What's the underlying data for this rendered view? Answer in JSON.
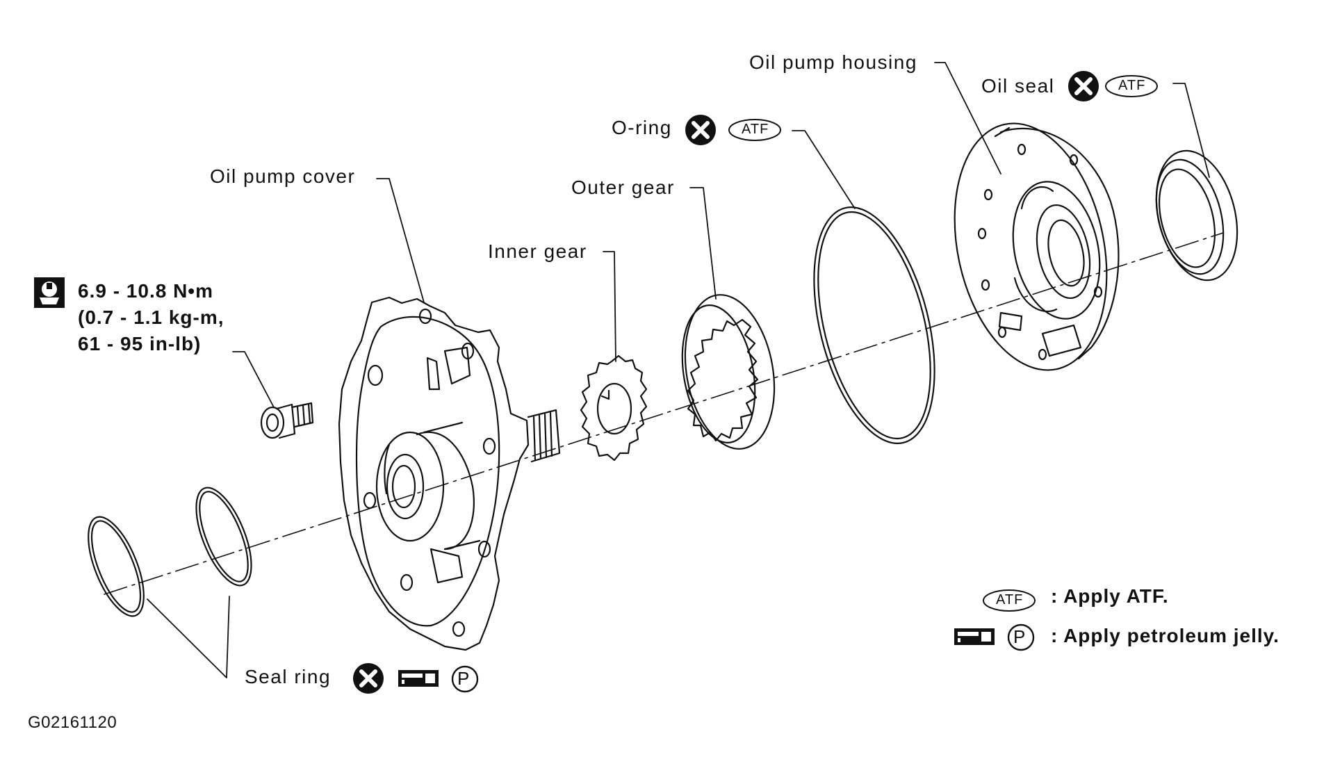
{
  "labels": {
    "oil_pump_housing": "Oil pump housing",
    "oil_seal": "Oil seal",
    "o_ring": "O-ring",
    "oil_pump_cover": "Oil pump cover",
    "outer_gear": "Outer gear",
    "inner_gear": "Inner gear",
    "seal_ring": "Seal ring"
  },
  "torque": {
    "line1": "6.9 - 10.8 N•m",
    "line2": "(0.7 - 1.1 kg-m,",
    "line3": "61 - 95 in-lb)"
  },
  "badges": {
    "atf": "ATF",
    "petroleum": "P"
  },
  "legend": {
    "apply_atf": ": Apply ATF.",
    "apply_petroleum_jelly": ": Apply petroleum jelly."
  },
  "figure_id": "G02161120",
  "icons": [
    "torque-wrench-icon",
    "replace-x-icon",
    "atf-badge-icon",
    "grease-gun-icon",
    "petroleum-jelly-icon"
  ]
}
